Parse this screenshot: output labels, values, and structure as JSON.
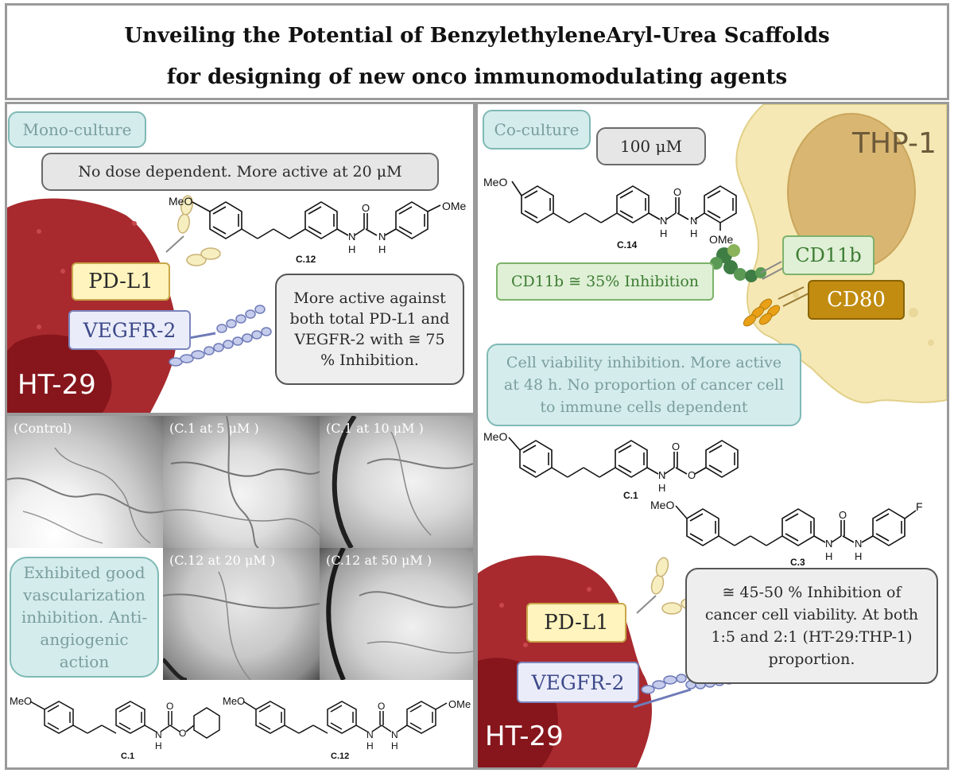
{
  "header": {
    "line1": "Unveiling the Potential of BenzylethyleneAryl-Urea Scaffolds",
    "line2": "for designing of new onco immunomodulating agents"
  },
  "mono": {
    "tag": "Mono-culture",
    "note": "No dose dependent. More active at 20 μM",
    "compound": "C.12",
    "pdl1": "PD-L1",
    "vegfr": "VEGFR-2",
    "cell": "HT-29",
    "result": "More active against both total PD-L1 and VEGFR-2 with ≅ 75 % Inhibition."
  },
  "co": {
    "tag": "Co-culture",
    "dose": "100 μM",
    "compound": "C.14",
    "thp": "THP-1",
    "cd11b": "CD11b",
    "cd80": "CD80",
    "cd_inhibition": "CD11b ≅  35% Inhibition",
    "viability": "Cell viability inhibition. More active at 48 h. No proportion of cancer cell to immune cells dependent",
    "c1": "C.1",
    "c3": "C.3",
    "pdl1": "PD-L1",
    "vegfr": "VEGFR-2",
    "cell": "HT-29",
    "result": "≅ 45-50 % Inhibition of cancer cell viability. At both 1:5 and 2:1 (HT-29:THP-1) proportion."
  },
  "micro": {
    "control": "(Control)",
    "c1_5": "(C.1 at 5 μM )",
    "c1_10": "(C.1 at 10 μM )",
    "c12_20": "(C.12 at 20 μM )",
    "c12_50": "(C.12 at 50 μM )",
    "summary": "Exhibited good vascularization inhibition. Anti-angiogenic action"
  },
  "bottom": {
    "c1": "C.1",
    "c12": "C.12"
  },
  "chem": {
    "meo": "MeO",
    "ome": "OMe",
    "o": "O",
    "n": "N",
    "h": "H",
    "f": "F"
  }
}
